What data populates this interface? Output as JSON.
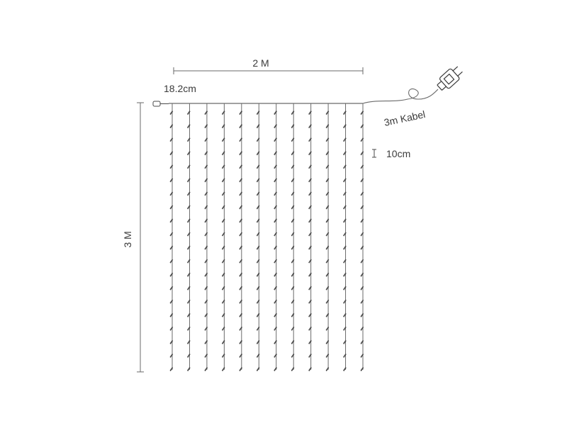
{
  "labels": {
    "width": "2 M",
    "height": "3 M",
    "strand_spacing": "18.2cm",
    "bulb_spacing": "10cm",
    "cable": "3m Kabel"
  },
  "curtain": {
    "strand_count": 12,
    "bulbs_per_strand": 20
  },
  "colors": {
    "line": "#6a6a6a",
    "text": "#3a3a3a",
    "bulb": "#4a4a4a"
  },
  "icons": [
    "plug-icon",
    "connector-icon"
  ]
}
